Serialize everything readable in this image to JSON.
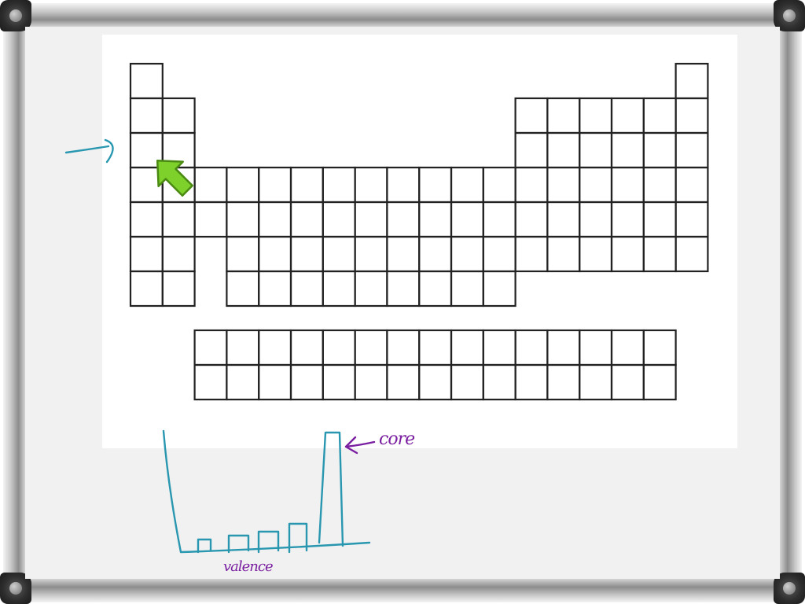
{
  "whiteboard": {
    "annotations": {
      "core_label": "core",
      "valence_label": "valence"
    },
    "colors": {
      "marker_teal": "#2a97b0",
      "marker_purple": "#7a1fa0",
      "cursor_green": "#7dd12a",
      "grid_line": "#222222"
    },
    "icons": {
      "pointer": "green-arrow-cursor-icon"
    },
    "diagram": {
      "kind": "periodic-table-outline",
      "main_rows": 7,
      "main_columns": 18,
      "f_block_rows": 2,
      "f_block_columns": 15
    },
    "sketch": {
      "valence_bars": 4,
      "core_bars": 1
    }
  }
}
